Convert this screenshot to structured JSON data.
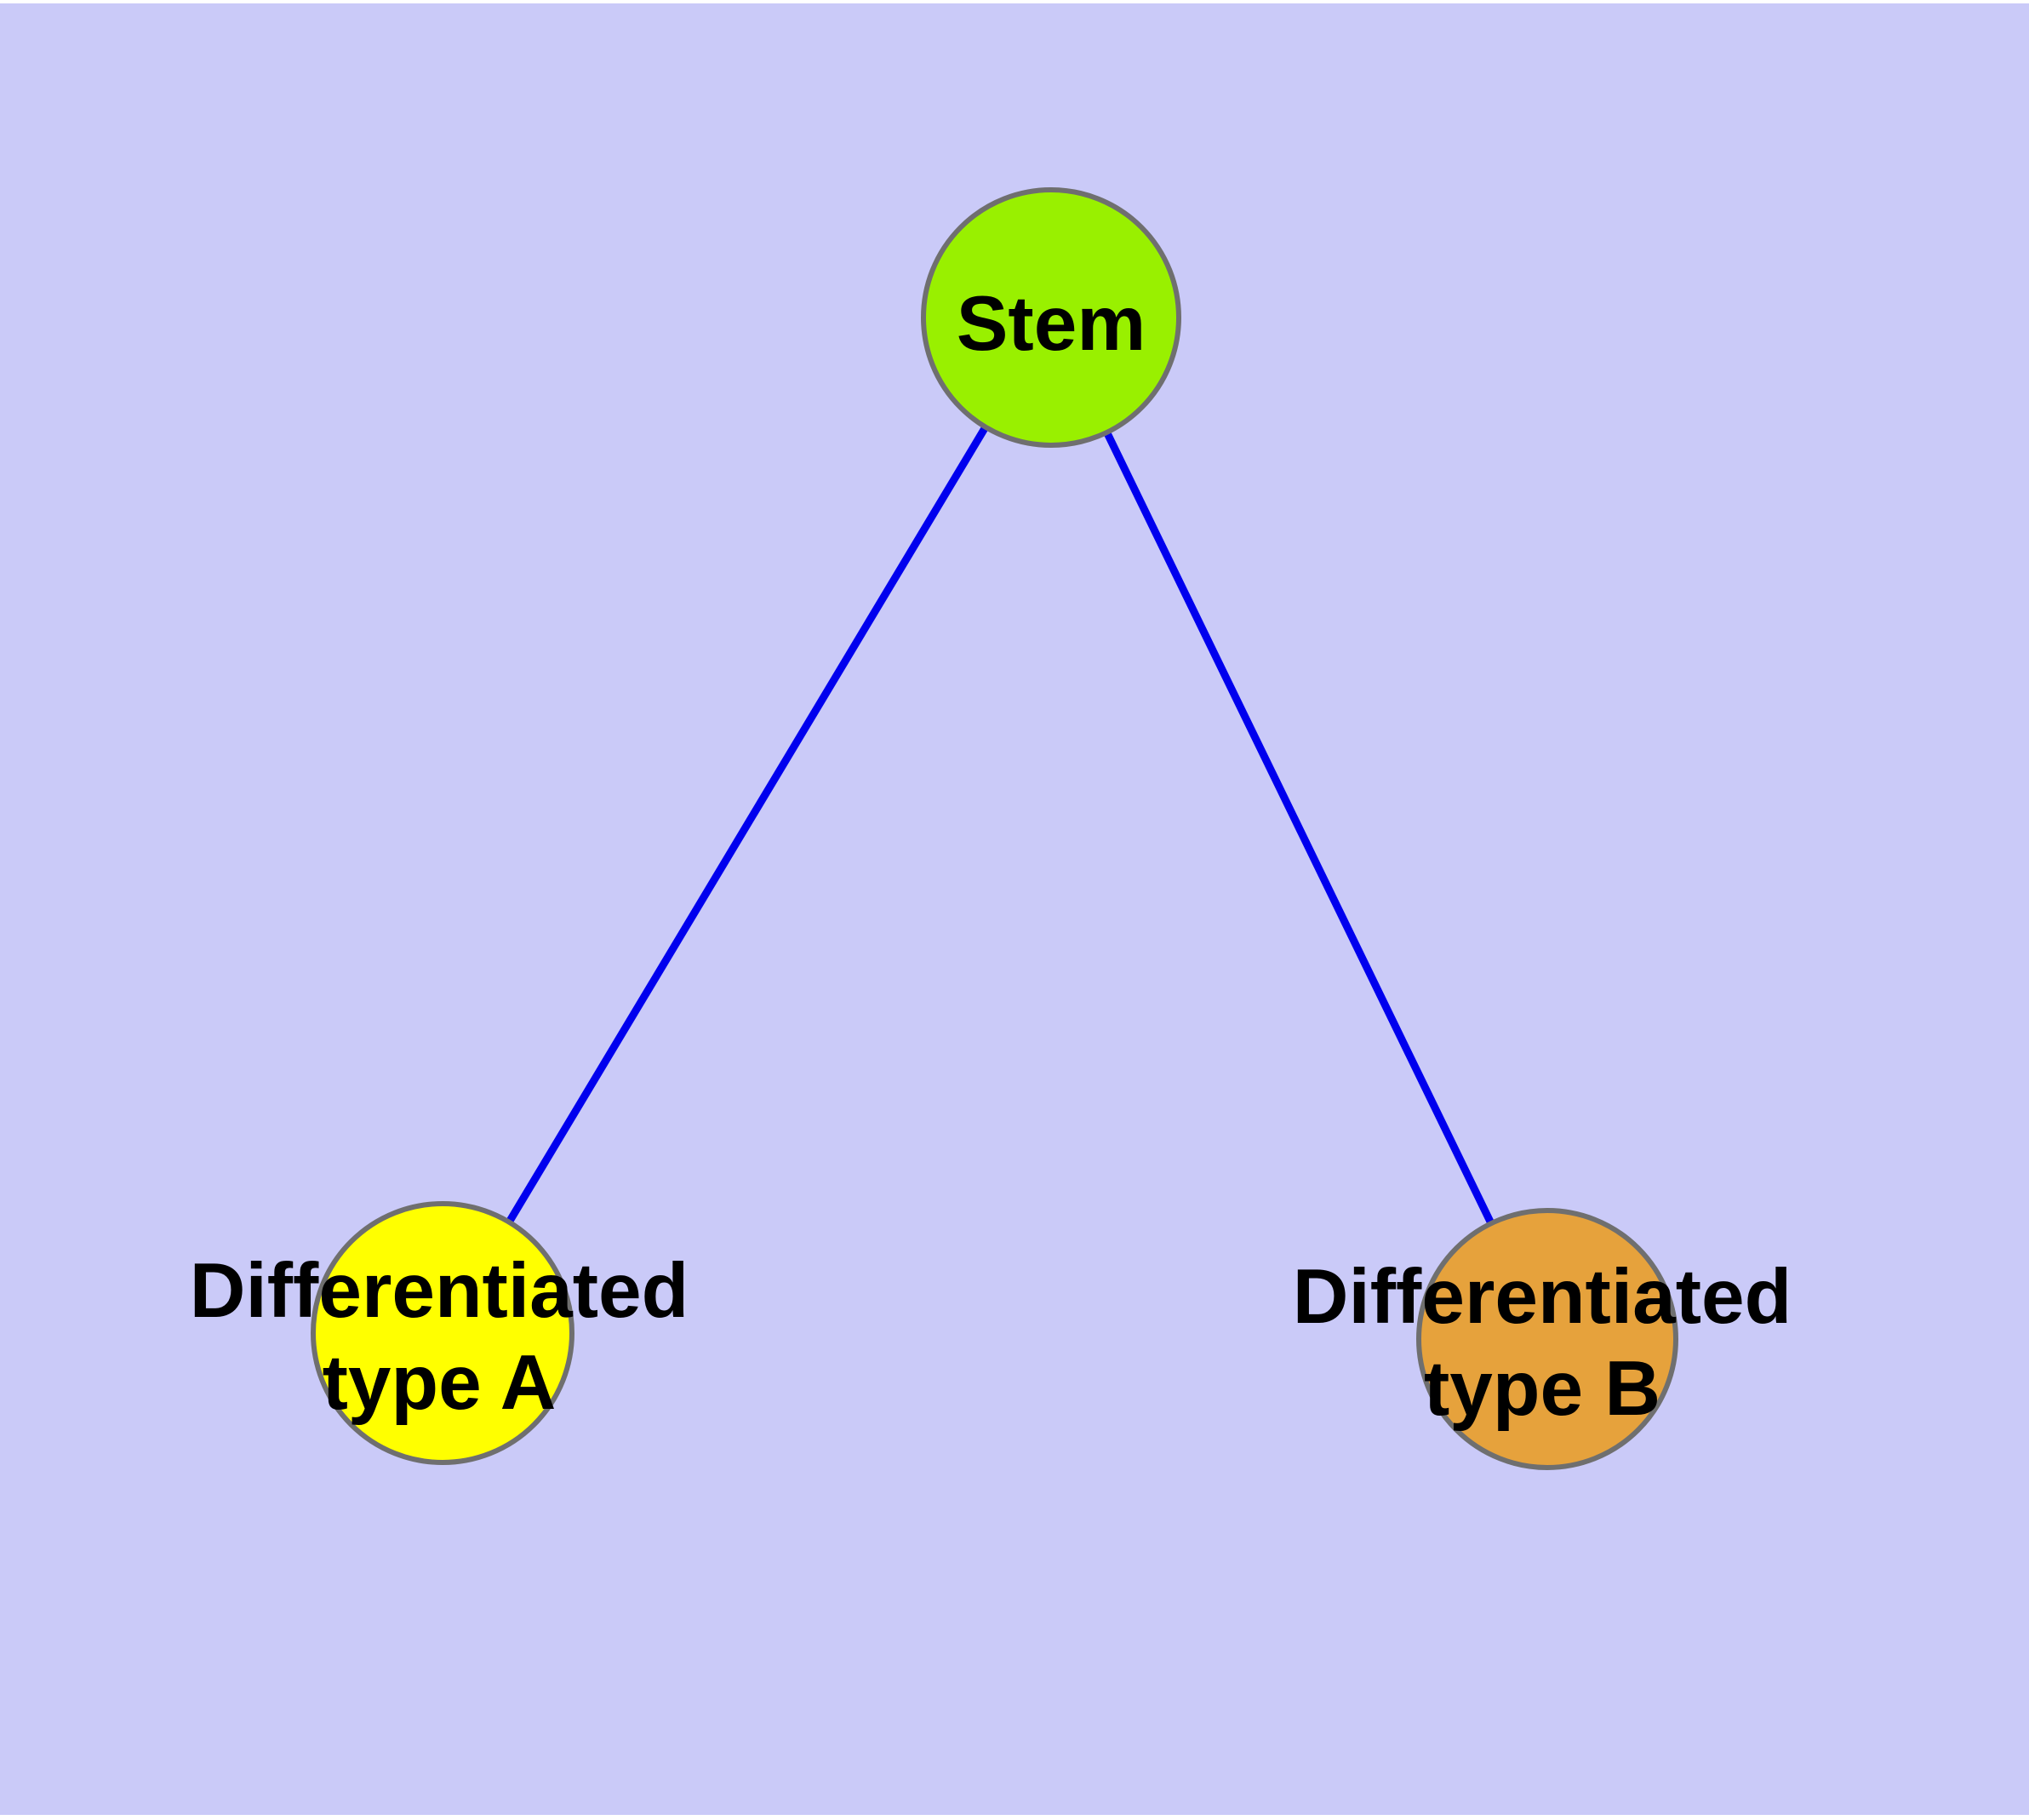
{
  "diagram": {
    "description": "Cell differentiation tree diagram with a stem node branching to two differentiated cell type nodes",
    "colors": {
      "background": "#cacaf8",
      "page_margin": "#ffffff",
      "edge": "#0000ee",
      "node_border": "#6f6f6f",
      "label_text": "#000000",
      "stem_fill": "#99f000",
      "type_a_fill": "#ffff00",
      "type_b_fill": "#e6a23c"
    },
    "nodes": {
      "stem": {
        "label": "Stem",
        "fill": "#99f000"
      },
      "type_a": {
        "label_line1": "Differentiated",
        "label_line2": "type A",
        "fill": "#ffff00"
      },
      "type_b": {
        "label_line1": "Differentiated",
        "label_line2": "type B",
        "fill": "#e6a23c"
      }
    },
    "edges": [
      {
        "from": "Stem",
        "to": "Differentiated type A"
      },
      {
        "from": "Stem",
        "to": "Differentiated type B"
      }
    ]
  }
}
